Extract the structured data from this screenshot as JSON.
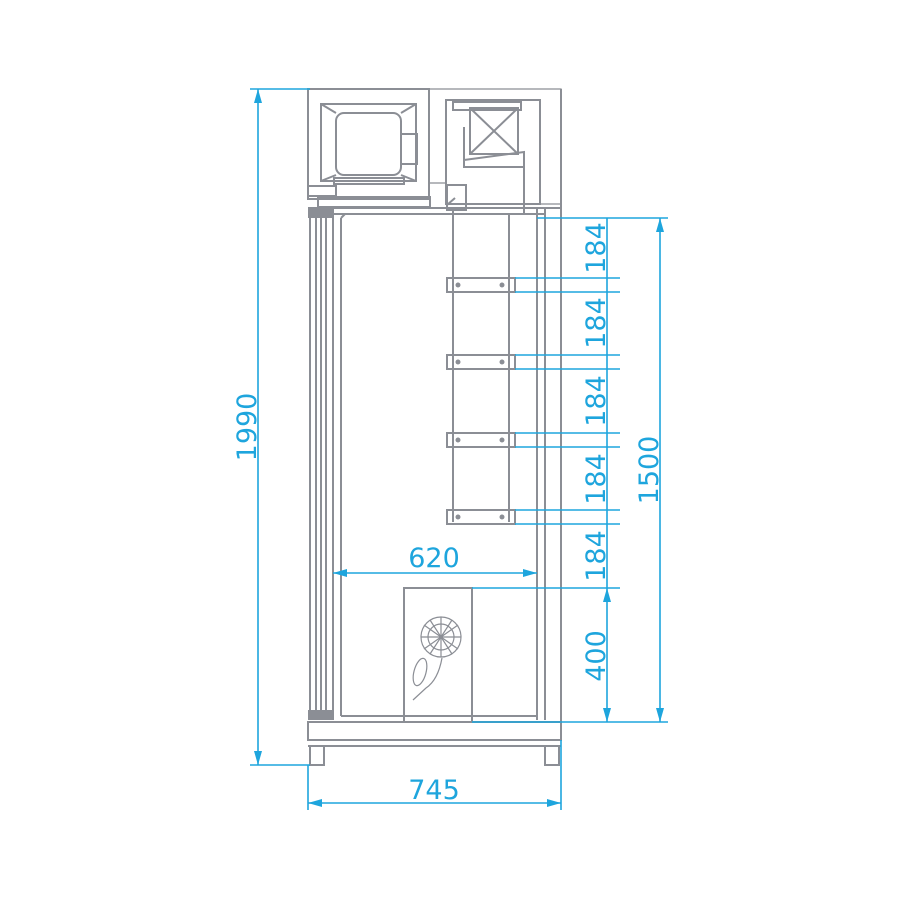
{
  "drawing": {
    "colors": {
      "line": "#8b8e95",
      "dimension": "#1ea5dd"
    },
    "dimensions": {
      "total_height": "1990",
      "interior_height": "1500",
      "width": "745",
      "interior_depth": "620",
      "shelf_spacing": [
        "184",
        "184",
        "184",
        "184",
        "184"
      ],
      "bottom_clearance": "400"
    }
  }
}
